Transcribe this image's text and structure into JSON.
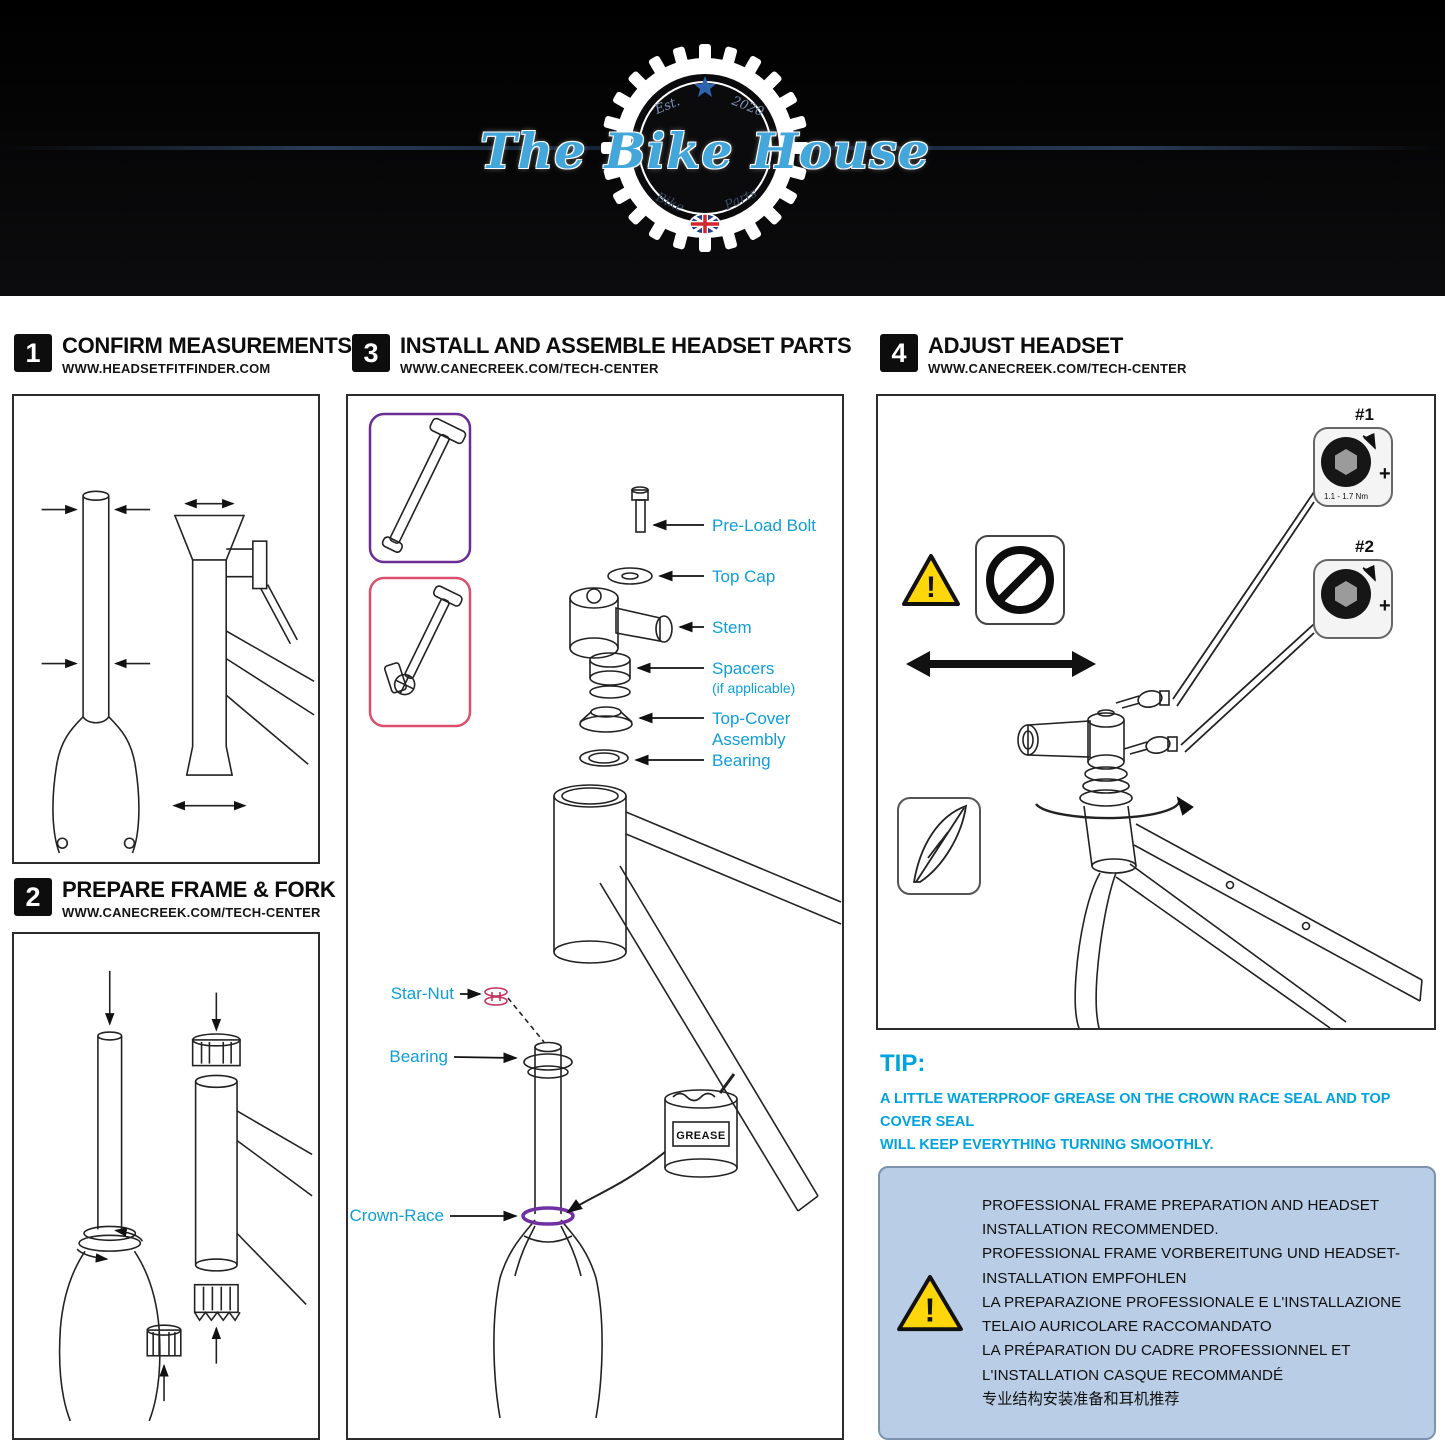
{
  "header": {
    "logo": {
      "est": "Est.",
      "year": "2020",
      "name": "The Bike House",
      "bike": "Bike",
      "parts": "Parts"
    }
  },
  "steps": {
    "s1": {
      "num": "1",
      "title": "CONFIRM MEASUREMENTS",
      "url": "WWW.HEADSETFITFINDER.COM"
    },
    "s2": {
      "num": "2",
      "title": "PREPARE FRAME & FORK",
      "url": "WWW.CANECREEK.COM/TECH-CENTER"
    },
    "s3": {
      "num": "3",
      "title": "INSTALL AND ASSEMBLE HEADSET PARTS",
      "url": "WWW.CANECREEK.COM/TECH-CENTER"
    },
    "s4": {
      "num": "4",
      "title": "ADJUST HEADSET",
      "url": "WWW.CANECREEK.COM/TECH-CENTER"
    }
  },
  "parts_labels": {
    "preload_bolt": "Pre-Load Bolt",
    "top_cap": "Top Cap",
    "stem": "Stem",
    "spacers": "Spacers",
    "spacers_note": "(if applicable)",
    "top_cover": "Top-Cover",
    "assembly": "Assembly",
    "bearing": "Bearing",
    "star_nut": "Star-Nut",
    "bearing2": "Bearing",
    "crown_race": "Crown-Race",
    "grease": "GREASE"
  },
  "adjust": {
    "step1": "#1",
    "step2": "#2",
    "torque": "1.1 - 1.7 Nm"
  },
  "glyphs": {
    "plus": "+",
    "exclaim": "!"
  },
  "tip": {
    "title": "TIP:",
    "line1": "A LITTLE WATERPROOF GREASE ON THE CROWN RACE SEAL AND TOP COVER SEAL",
    "line2": "WILL KEEP EVERYTHING TURNING SMOOTHLY."
  },
  "warning": {
    "en": "PROFESSIONAL FRAME PREPARATION AND HEADSET INSTALLATION RECOMMENDED.",
    "de": "PROFESSIONAL FRAME VORBEREITUNG UND HEADSET-INSTALLATION EMPFOHLEN",
    "it": "LA PREPARAZIONE PROFESSIONALE E L'INSTALLAZIONE TELAIO AURICOLARE RACCOMANDATO",
    "fr": "LA PRÉPARATION DU CADRE PROFESSIONNEL ET L'INSTALLATION CASQUE RECOMMANDÉ",
    "zh": "专业结构安装准备和耳机推荐"
  },
  "colors": {
    "accent_blue": "#0f9ed9",
    "tip_blue": "#00a3dd",
    "warning_bg": "#b9cde7",
    "toolbox_purple": "#6a2d91",
    "toolbox_pink": "#d94f6e",
    "star_nut_pink": "#c2355f",
    "crown_race_purple": "#7030a0",
    "logo_blue": "#44a7db",
    "warning_yellow": "#ffd60a"
  }
}
